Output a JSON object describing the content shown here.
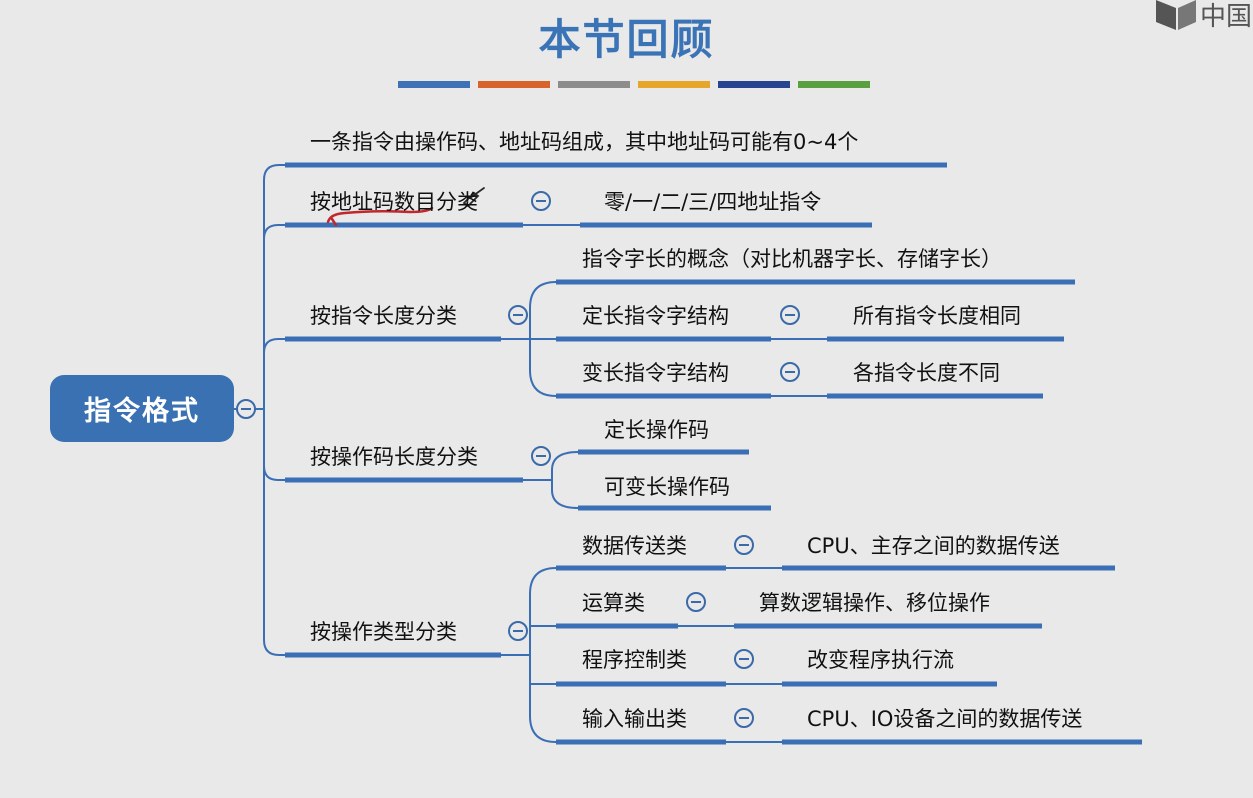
{
  "title": "本节回顾",
  "watermark": {
    "text": "中国",
    "icon": "book-logo-icon"
  },
  "colors": {
    "branch": "#3b6fb5",
    "root_fill": "#3a71b3",
    "title": "#3b74b6",
    "divider": [
      "#3f72b4",
      "#d8632b",
      "#8c8c8c",
      "#e6a62a",
      "#27458f",
      "#5aa040"
    ],
    "annotation_ink": "#c1272d"
  },
  "root": {
    "label": "指令格式"
  },
  "branches": [
    {
      "label": "一条指令由操作码、地址码组成，其中地址码可能有0~4个"
    },
    {
      "label": "按地址码数目分类",
      "children": [
        {
          "label": "零/一/二/三/四地址指令"
        }
      ]
    },
    {
      "label": "按指令长度分类",
      "children": [
        {
          "label": "指令字长的概念（对比机器字长、存储字长）"
        },
        {
          "label": "定长指令字结构",
          "children": [
            {
              "label": "所有指令长度相同"
            }
          ]
        },
        {
          "label": "变长指令字结构",
          "children": [
            {
              "label": "各指令长度不同"
            }
          ]
        }
      ]
    },
    {
      "label": "按操作码长度分类",
      "children": [
        {
          "label": "定长操作码"
        },
        {
          "label": "可变长操作码"
        }
      ]
    },
    {
      "label": "按操作类型分类",
      "children": [
        {
          "label": "数据传送类",
          "children": [
            {
              "label": "CPU、主存之间的数据传送"
            }
          ]
        },
        {
          "label": "运算类",
          "children": [
            {
              "label": "算数逻辑操作、移位操作"
            }
          ]
        },
        {
          "label": "程序控制类",
          "children": [
            {
              "label": "改变程序执行流"
            }
          ]
        },
        {
          "label": "输入输出类",
          "children": [
            {
              "label": "CPU、IO设备之间的数据传送"
            }
          ]
        }
      ]
    }
  ]
}
